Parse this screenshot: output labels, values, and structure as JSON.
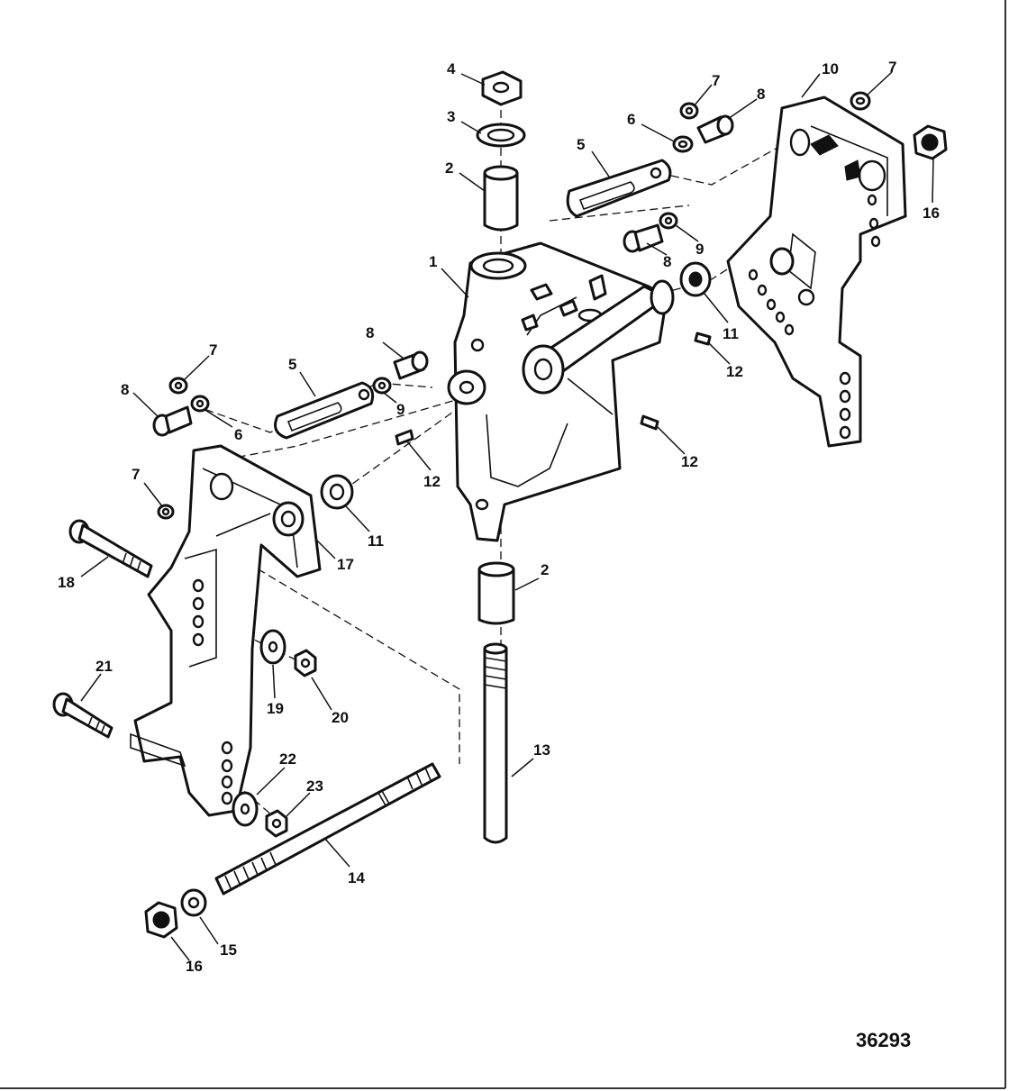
{
  "drawing_number": "36293",
  "callouts": [
    {
      "id": "c4",
      "label": "4"
    },
    {
      "id": "c3",
      "label": "3"
    },
    {
      "id": "c2a",
      "label": "2"
    },
    {
      "id": "c1",
      "label": "1"
    },
    {
      "id": "c5a",
      "label": "5"
    },
    {
      "id": "c6a",
      "label": "6"
    },
    {
      "id": "c7a",
      "label": "7"
    },
    {
      "id": "c8a",
      "label": "8"
    },
    {
      "id": "c8b",
      "label": "8"
    },
    {
      "id": "c9a",
      "label": "9"
    },
    {
      "id": "c10",
      "label": "10"
    },
    {
      "id": "c7b",
      "label": "7"
    },
    {
      "id": "c16a",
      "label": "16"
    },
    {
      "id": "c11a",
      "label": "11"
    },
    {
      "id": "c12a",
      "label": "12"
    },
    {
      "id": "c12b",
      "label": "12"
    },
    {
      "id": "c7c",
      "label": "7"
    },
    {
      "id": "c8c",
      "label": "8"
    },
    {
      "id": "c5b",
      "label": "5"
    },
    {
      "id": "c8d",
      "label": "8"
    },
    {
      "id": "c6b",
      "label": "6"
    },
    {
      "id": "c9b",
      "label": "9"
    },
    {
      "id": "c12c",
      "label": "12"
    },
    {
      "id": "c7d",
      "label": "7"
    },
    {
      "id": "c11b",
      "label": "11"
    },
    {
      "id": "c17",
      "label": "17"
    },
    {
      "id": "c18",
      "label": "18"
    },
    {
      "id": "c2b",
      "label": "2"
    },
    {
      "id": "c19",
      "label": "19"
    },
    {
      "id": "c20",
      "label": "20"
    },
    {
      "id": "c21",
      "label": "21"
    },
    {
      "id": "c22",
      "label": "22"
    },
    {
      "id": "c23",
      "label": "23"
    },
    {
      "id": "c13",
      "label": "13"
    },
    {
      "id": "c14",
      "label": "14"
    },
    {
      "id": "c15",
      "label": "15"
    },
    {
      "id": "c16b",
      "label": "16"
    }
  ]
}
